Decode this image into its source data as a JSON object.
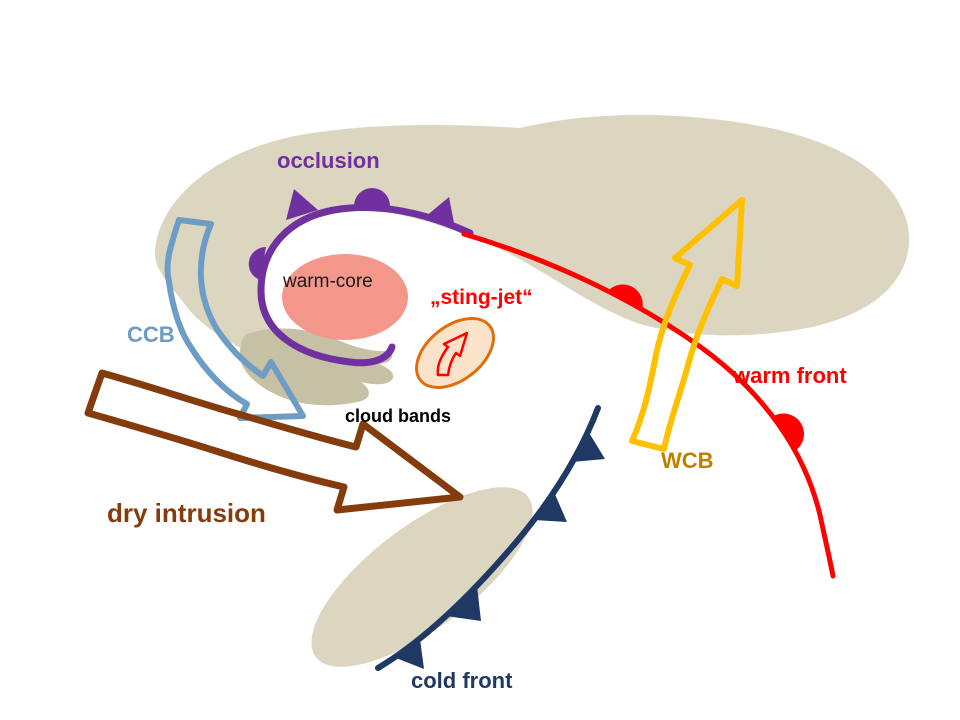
{
  "labels": {
    "occlusion": "occlusion",
    "warm_core": "warm-core",
    "sting_jet": "„sting-jet“",
    "ccb": "CCB",
    "warm_front": "warm front",
    "cloud_bands": "cloud bands",
    "wcb": "WCB",
    "dry_intrusion": "dry intrusion",
    "cold_front": "cold front"
  },
  "colors": {
    "background": "#ffffff",
    "cloud_fill": "#dcd6c0",
    "cloud_bands_fill": "#c6c0a4",
    "warm_core_fill": "#f4978b",
    "occlusion_purple": "#7030a0",
    "front_red": "#ff0000",
    "cold_front_navy": "#1f3864",
    "ccb_blue": "#6d9dc5",
    "wcb_gold": "#ffc000",
    "dry_intrusion_brown": "#843c0c",
    "sting_jet_outline": "#e36c0a",
    "sting_jet_fill": "#fbe3c9"
  }
}
